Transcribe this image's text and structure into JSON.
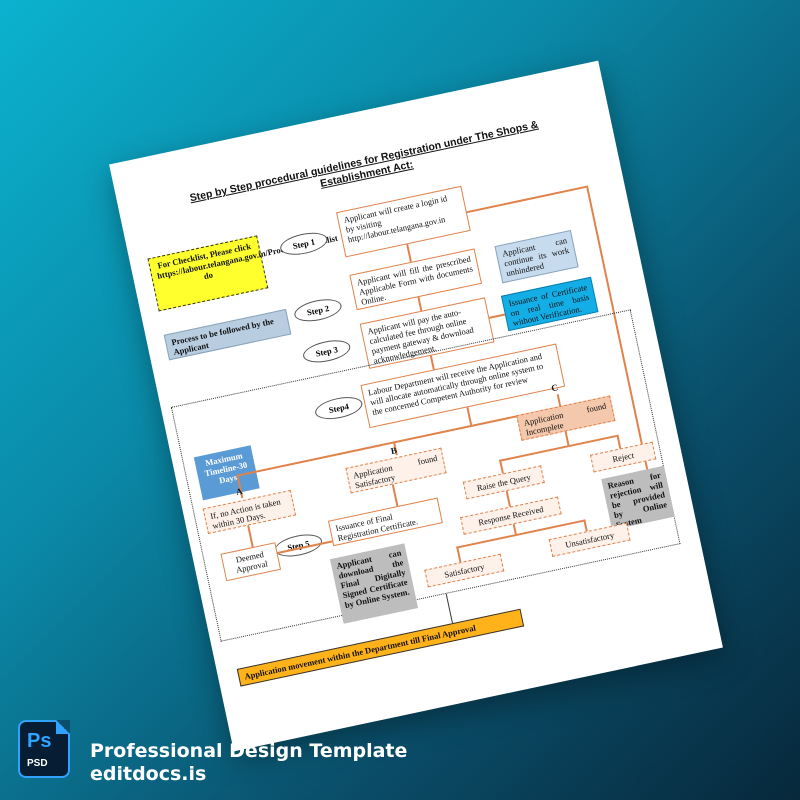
{
  "document": {
    "title": "Step by Step procedural guidelines for Registration under The Shops & Establishment Act:",
    "checklist": "For Checklist, Please click https://labour.telangana.gov.in/ProcedureChecklist do",
    "process_label": "Process to be followed by the Applicant",
    "steps": {
      "step1": "Step 1",
      "step2": "Step 2",
      "step3": "Step 3",
      "step4": "Step4",
      "step5": "Step 5"
    },
    "step1_text": "Applicant will create a login id by visiting http://labour.telangana.gov.in",
    "step2_text": "Applicant will fill the prescribed Applicable Form with documents Online.",
    "step3_text": "Applicant will pay the auto-calculated fee through online payment gateway & download acknowledgement.",
    "step4_text": "Labour Department will receive the Application and will allocate automatically through online system to the concerned Competent Authority for review",
    "applicant_continue": "Applicant can continue its work unhindered",
    "issuance_realtime": "Issuance of Certificate on real time basis without Verification.",
    "max_timeline": "Maximum Timeline-30 Days",
    "branch_a": "A",
    "branch_b": "B",
    "branch_c": "C",
    "no_action": "If, no Action is taken within 30 Days.",
    "found_satisfactory": "Application found Satisfactory",
    "found_incomplete": "Application found Incomplete",
    "deemed_approval": "Deemed Approval",
    "issuance_final": "Issuance of Final Registration Certificate.",
    "raise_query": "Raise the Query",
    "reject": "Reject",
    "reject_reason": "Reason for rejection will be provided by Online System",
    "response_received": "Response Received",
    "download_note": "Applicant can download the Final Digitally Signed Certificate by Online System.",
    "satisfactory": "Satisfactory",
    "unsatisfactory": "Unsatisfactory",
    "movement_bar": "Application movement within the Department till Final Approval"
  },
  "branding": {
    "icon_top": "Ps",
    "icon_bottom": "PSD",
    "title": "Professional Design Template",
    "site": "editdocs.is"
  }
}
